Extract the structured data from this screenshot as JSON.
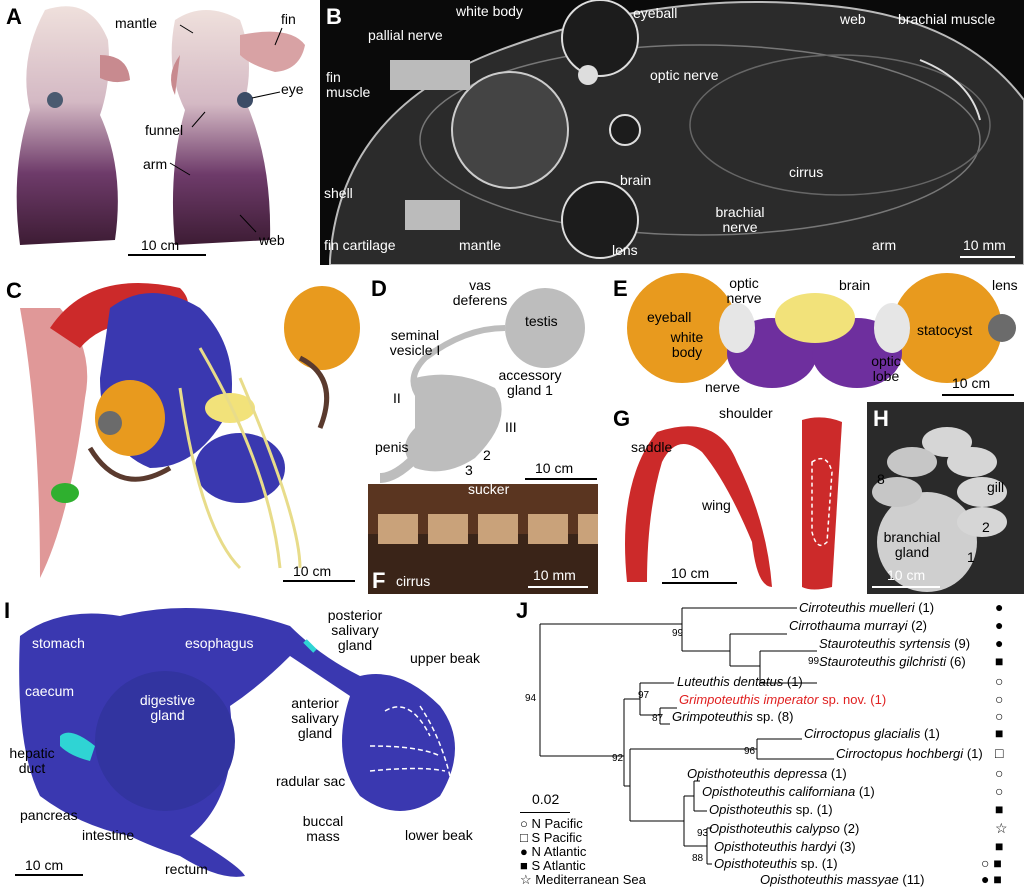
{
  "panelA": {
    "letter": "A",
    "labels": [
      "mantle",
      "fin",
      "eye",
      "funnel",
      "arm",
      "web"
    ],
    "scale": "10 cm"
  },
  "panelB": {
    "letter": "B",
    "labels": {
      "whitebody": "white body",
      "eyeball": "eyeball",
      "web": "web",
      "brachial_muscle": "brachial muscle",
      "pallial": "pallial nerve",
      "fin_muscle": "fin muscle",
      "optic": "optic nerve",
      "shell": "shell",
      "brain": "brain",
      "cirrus": "cirrus",
      "brachial_nerve": "brachial nerve",
      "fin_cart": "fin cartilage",
      "mantle": "mantle",
      "lens": "lens",
      "arm": "arm"
    },
    "scale": "10 mm"
  },
  "panelC": {
    "letter": "C",
    "scale": "10 cm"
  },
  "panelD": {
    "letter": "D",
    "labels": {
      "vas": "vas deferens",
      "testis": "testis",
      "seminal": "seminal vesicle I",
      "accessory": "accessory gland 1",
      "ii": "II",
      "iii": "III",
      "penis": "penis",
      "n2": "2",
      "n3": "3"
    },
    "scale": "10 cm"
  },
  "panelE": {
    "letter": "E",
    "labels": {
      "optic_nerve": "optic nerve",
      "brain": "brain",
      "lens": "lens",
      "eyeball": "eyeball",
      "white_body": "white body",
      "statocyst": "statocyst",
      "nerve": "nerve",
      "optic_lobe": "optic lobe"
    },
    "scale": "10 cm"
  },
  "panelF": {
    "letter": "F",
    "labels": {
      "sucker": "sucker",
      "cirrus": "cirrus"
    },
    "scale": "10 mm"
  },
  "panelG": {
    "letter": "G",
    "labels": {
      "shoulder": "shoulder",
      "saddle": "saddle",
      "wing": "wing"
    },
    "scale": "10 cm"
  },
  "panelH": {
    "letter": "H",
    "labels": {
      "gill": "gill",
      "n8": "8",
      "n2": "2",
      "branchial": "branchial gland",
      "n1": "1"
    },
    "scale": "10 cm"
  },
  "panelI": {
    "letter": "I",
    "labels": {
      "stomach": "stomach",
      "esophagus": "esophagus",
      "posterior": "posterior salivary gland",
      "caecum": "caecum",
      "digestive": "digestive gland",
      "upper_beak": "upper beak",
      "anterior": "anterior salivary gland",
      "hepatic": "hepatic duct",
      "radular": "radular sac",
      "pancreas": "pancreas",
      "intestine": "intestine",
      "buccal": "buccal mass",
      "lower_beak": "lower beak",
      "rectum": "rectum"
    },
    "scale": "10 cm"
  },
  "panelJ": {
    "letter": "J",
    "scale": "0.02",
    "taxa": [
      {
        "name": "Cirroteuthis muelleri",
        "count": "(1)",
        "symbol": "●"
      },
      {
        "name": "Cirrothauma murrayi",
        "count": "(2)",
        "symbol": "●"
      },
      {
        "name": "Stauroteuthis syrtensis",
        "count": "(9)",
        "symbol": "●"
      },
      {
        "name": "Stauroteuthis gilchristi",
        "count": "(6)",
        "symbol": "■"
      },
      {
        "name": "Luteuthis dentatus",
        "count": "(1)",
        "symbol": "○"
      },
      {
        "name": "Grimpoteuthis imperator",
        "suffix": "sp. nov.",
        "count": "(1)",
        "symbol": "○"
      },
      {
        "name": "Grimpoteuthis",
        "suffix": "sp.",
        "count": "(8)",
        "symbol": "○"
      },
      {
        "name": "Cirroctopus glacialis",
        "count": "(1)",
        "symbol": "■"
      },
      {
        "name": "Cirroctopus hochbergi",
        "count": "(1)",
        "symbol": "□"
      },
      {
        "name": "Opisthoteuthis depressa",
        "count": "(1)",
        "symbol": "○"
      },
      {
        "name": "Opisthoteuthis californiana",
        "count": "(1)",
        "symbol": "○"
      },
      {
        "name": "Opisthoteuthis",
        "suffix": "sp.",
        "count": "(1)",
        "symbol": "■"
      },
      {
        "name": "Opisthoteuthis calypso",
        "count": "(2)",
        "symbol": "☆"
      },
      {
        "name": "Opisthoteuthis hardyi",
        "count": "(3)",
        "symbol": "■"
      },
      {
        "name": "Opisthoteuthis",
        "suffix": "sp.",
        "count": "(1)",
        "symbol": "○ ■"
      },
      {
        "name": "Opisthoteuthis massyae",
        "count": "(11)",
        "symbol": "● ■"
      }
    ],
    "bootstrap": [
      "99",
      "99",
      "94",
      "97",
      "87",
      "92",
      "96",
      "93",
      "88"
    ],
    "legend": [
      {
        "symbol": "○",
        "label": "N Pacific"
      },
      {
        "symbol": "□",
        "label": "S Pacific"
      },
      {
        "symbol": "●",
        "label": "N Atlantic"
      },
      {
        "symbol": "■",
        "label": "S Atlantic"
      },
      {
        "symbol": "☆",
        "label": "Mediterranean Sea"
      }
    ]
  },
  "colors": {
    "mantle": "#d9a1a1",
    "arm": "#4b2a4a",
    "digestive": "#3a38b0",
    "eyeball": "#e89a1e",
    "gill": "#c9c9c9",
    "cartilage": "#cc2a2a",
    "brain": "#f2e27a",
    "hepatic": "#2fd4d4"
  }
}
